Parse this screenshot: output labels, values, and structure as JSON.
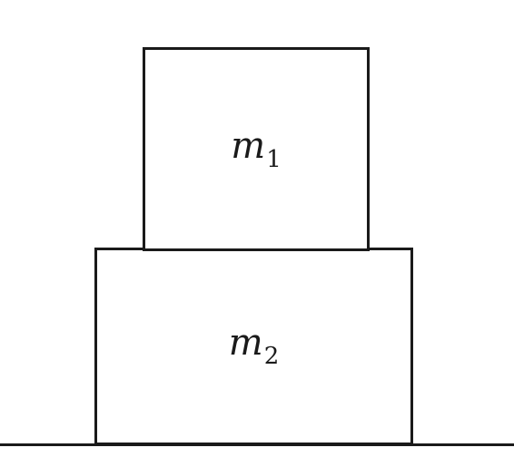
{
  "diagram": {
    "blocks": {
      "top": {
        "symbol": "m",
        "subscript": "1"
      },
      "bottom": {
        "symbol": "m",
        "subscript": "2"
      }
    },
    "colors": {
      "stroke": "#1a1a1a",
      "fill": "#ffffff"
    }
  }
}
